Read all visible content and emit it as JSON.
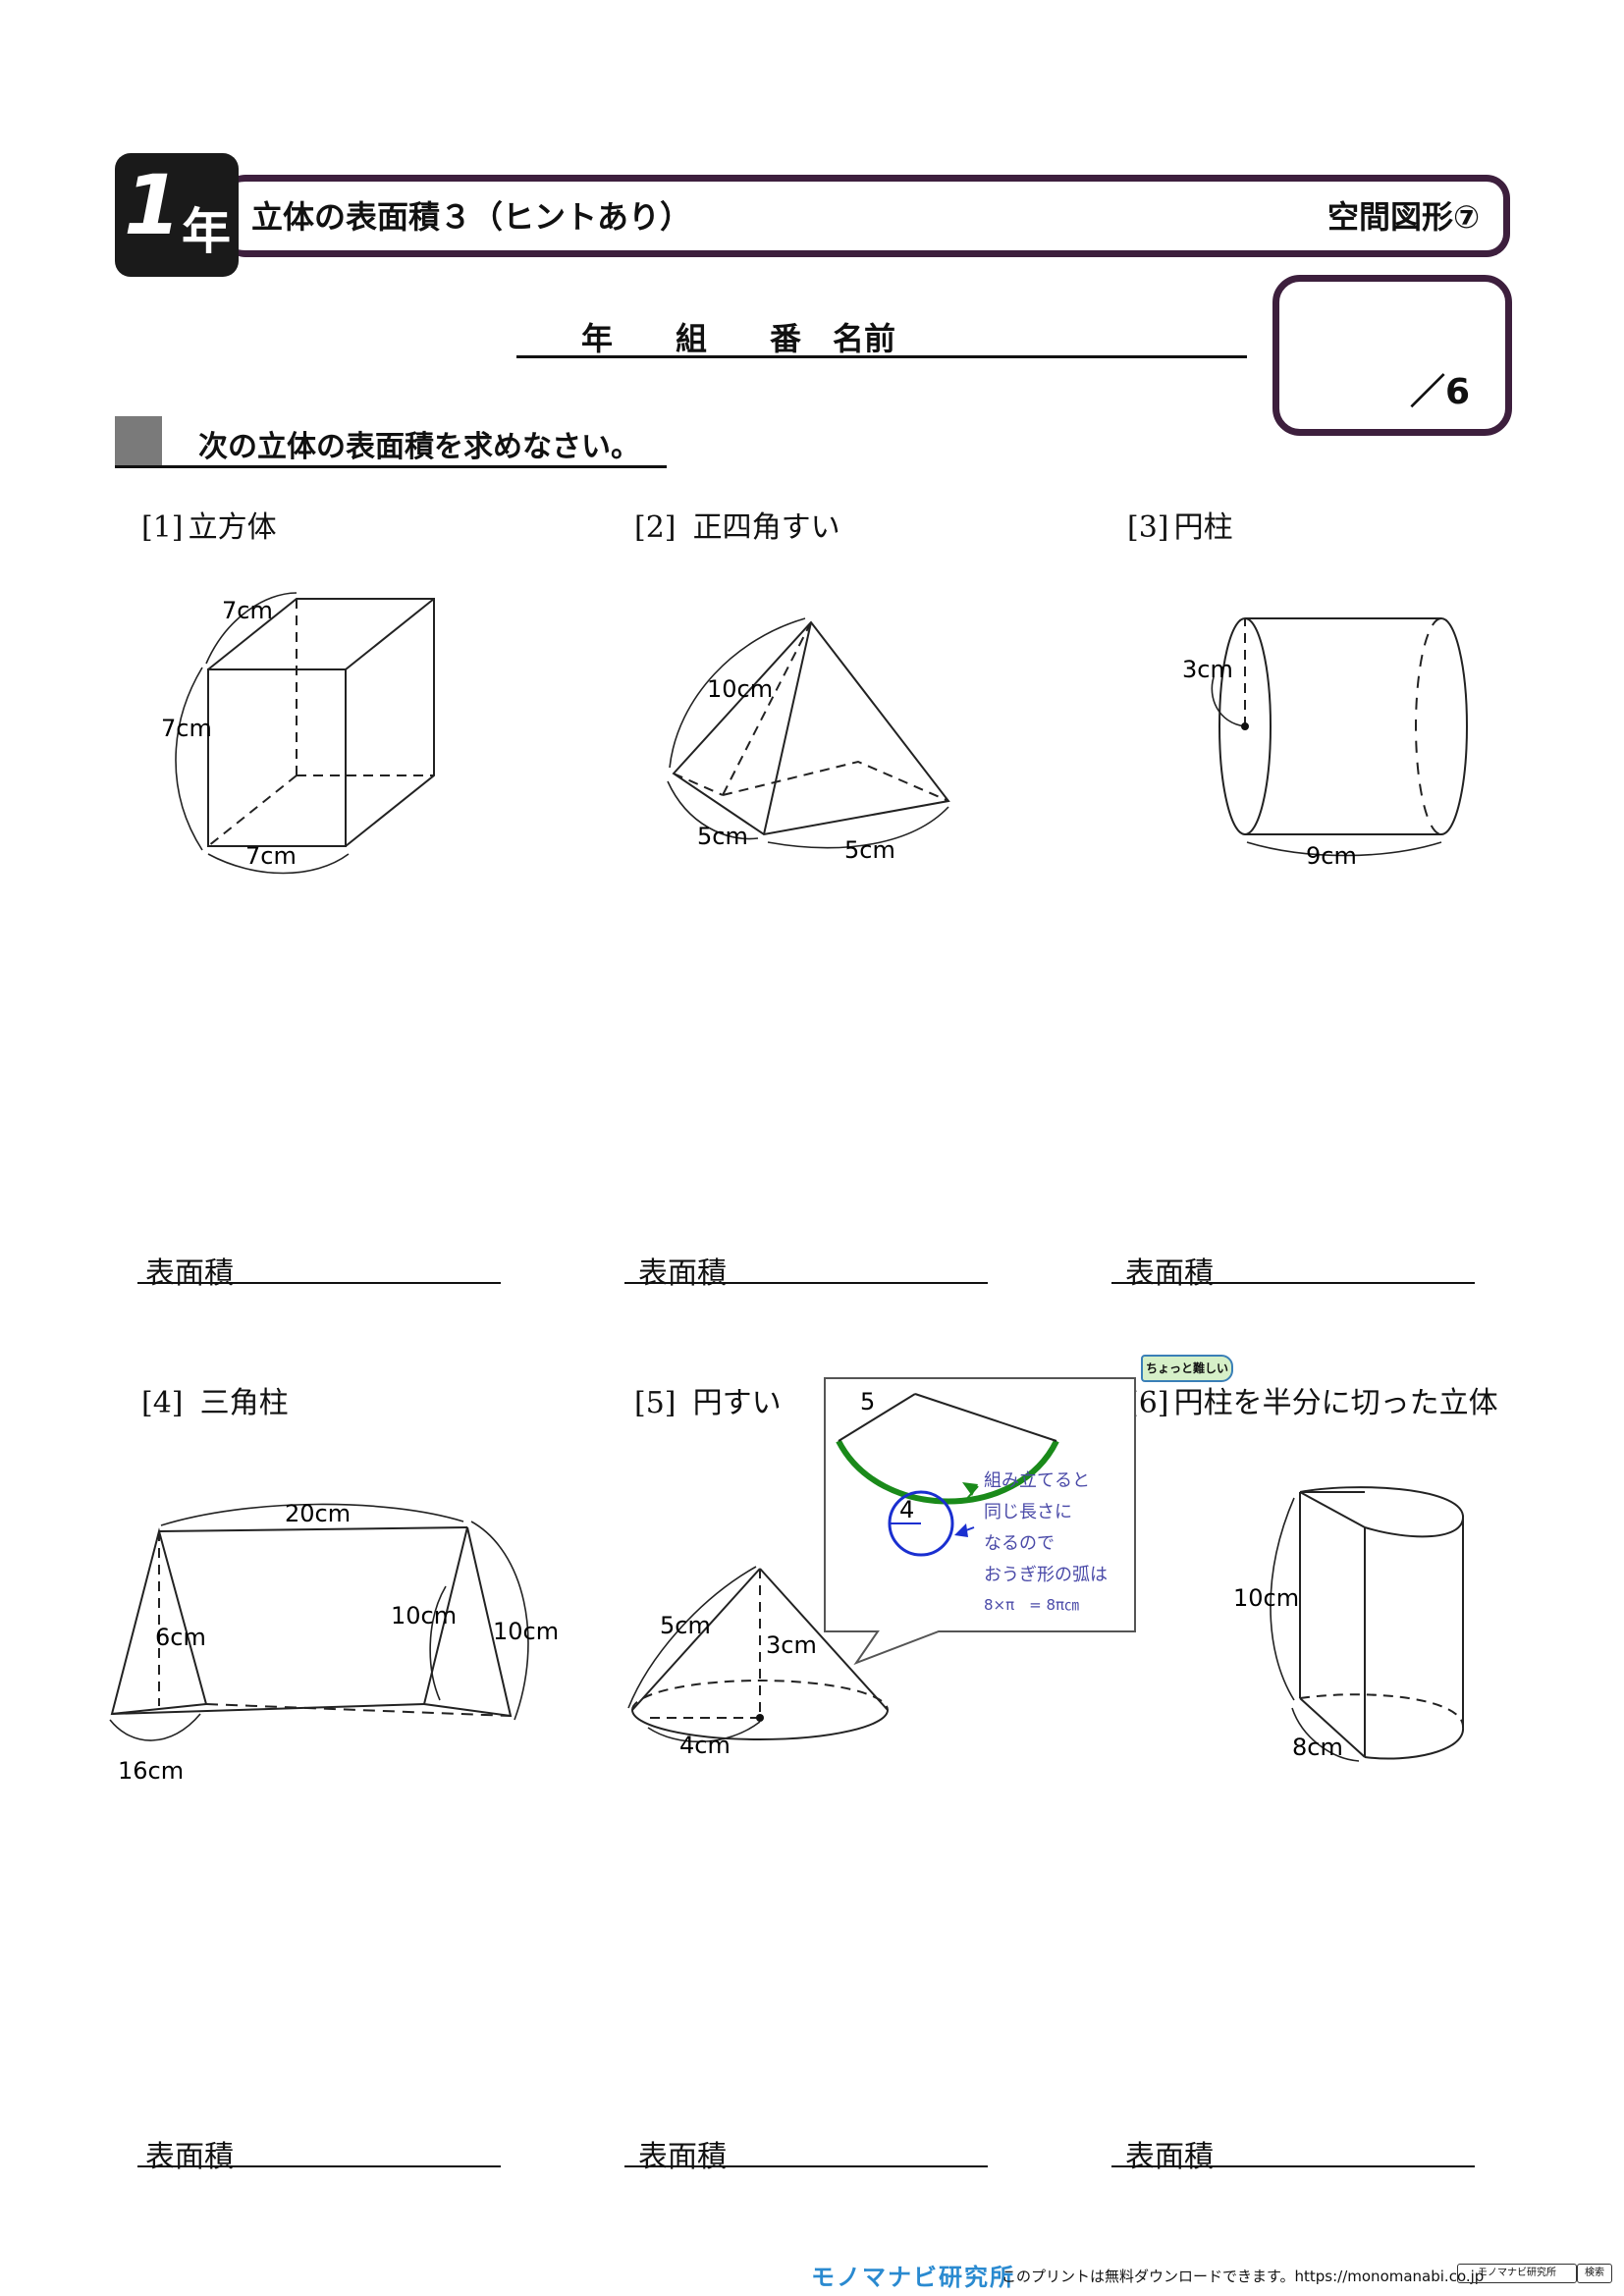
{
  "header": {
    "grade_num": "1",
    "grade_kanji": "年",
    "title": "立体の表面積３（ヒントあり）",
    "unit": "空間図形⑦"
  },
  "name_line": "年　　組　　番　名前",
  "score": "／6",
  "instruction": "次の立体の表面積を求めなさい。",
  "problems": [
    {
      "num": "[1]",
      "label": "立方体",
      "answer_label": "表面積",
      "dims": [
        "7cm",
        "7cm",
        "7cm"
      ]
    },
    {
      "num": "[2]",
      "label": "正四角すい",
      "answer_label": "表面積",
      "dims": [
        "10cm",
        "5cm",
        "5cm"
      ]
    },
    {
      "num": "[3]",
      "label": "円柱",
      "answer_label": "表面積",
      "dims": [
        "3cm",
        "9cm"
      ]
    },
    {
      "num": "[4]",
      "label": "三角柱",
      "answer_label": "表面積",
      "dims": [
        "20cm",
        "6cm",
        "10cm",
        "10cm",
        "16cm"
      ]
    },
    {
      "num": "[5]",
      "label": "円すい",
      "answer_label": "表面積",
      "dims": [
        "5cm",
        "3cm",
        "4cm"
      ]
    },
    {
      "num": "[6]",
      "label": "円柱を半分に切った立体",
      "answer_label": "表面積",
      "dims": [
        "10cm",
        "8cm"
      ]
    }
  ],
  "hint": {
    "radius": "5",
    "circle_r": "4",
    "lines": [
      "組み立てると",
      "同じ長さに",
      "なるので",
      "おうぎ形の弧は",
      "8×π　= 8π㎝"
    ]
  },
  "badge": "ちょっと難しい",
  "footer": {
    "logo": "モノマナビ研究所",
    "text": "このプリントは無料ダウンロードできます。https://monomanabi.co.jp",
    "search_box": "モノマナビ研究所",
    "search_btn": "検索"
  },
  "colors": {
    "frame": "#3d1f3d",
    "hint_green": "#1a8a1a",
    "hint_blue": "#1a2fd0",
    "hint_text": "#4a4aa8"
  }
}
